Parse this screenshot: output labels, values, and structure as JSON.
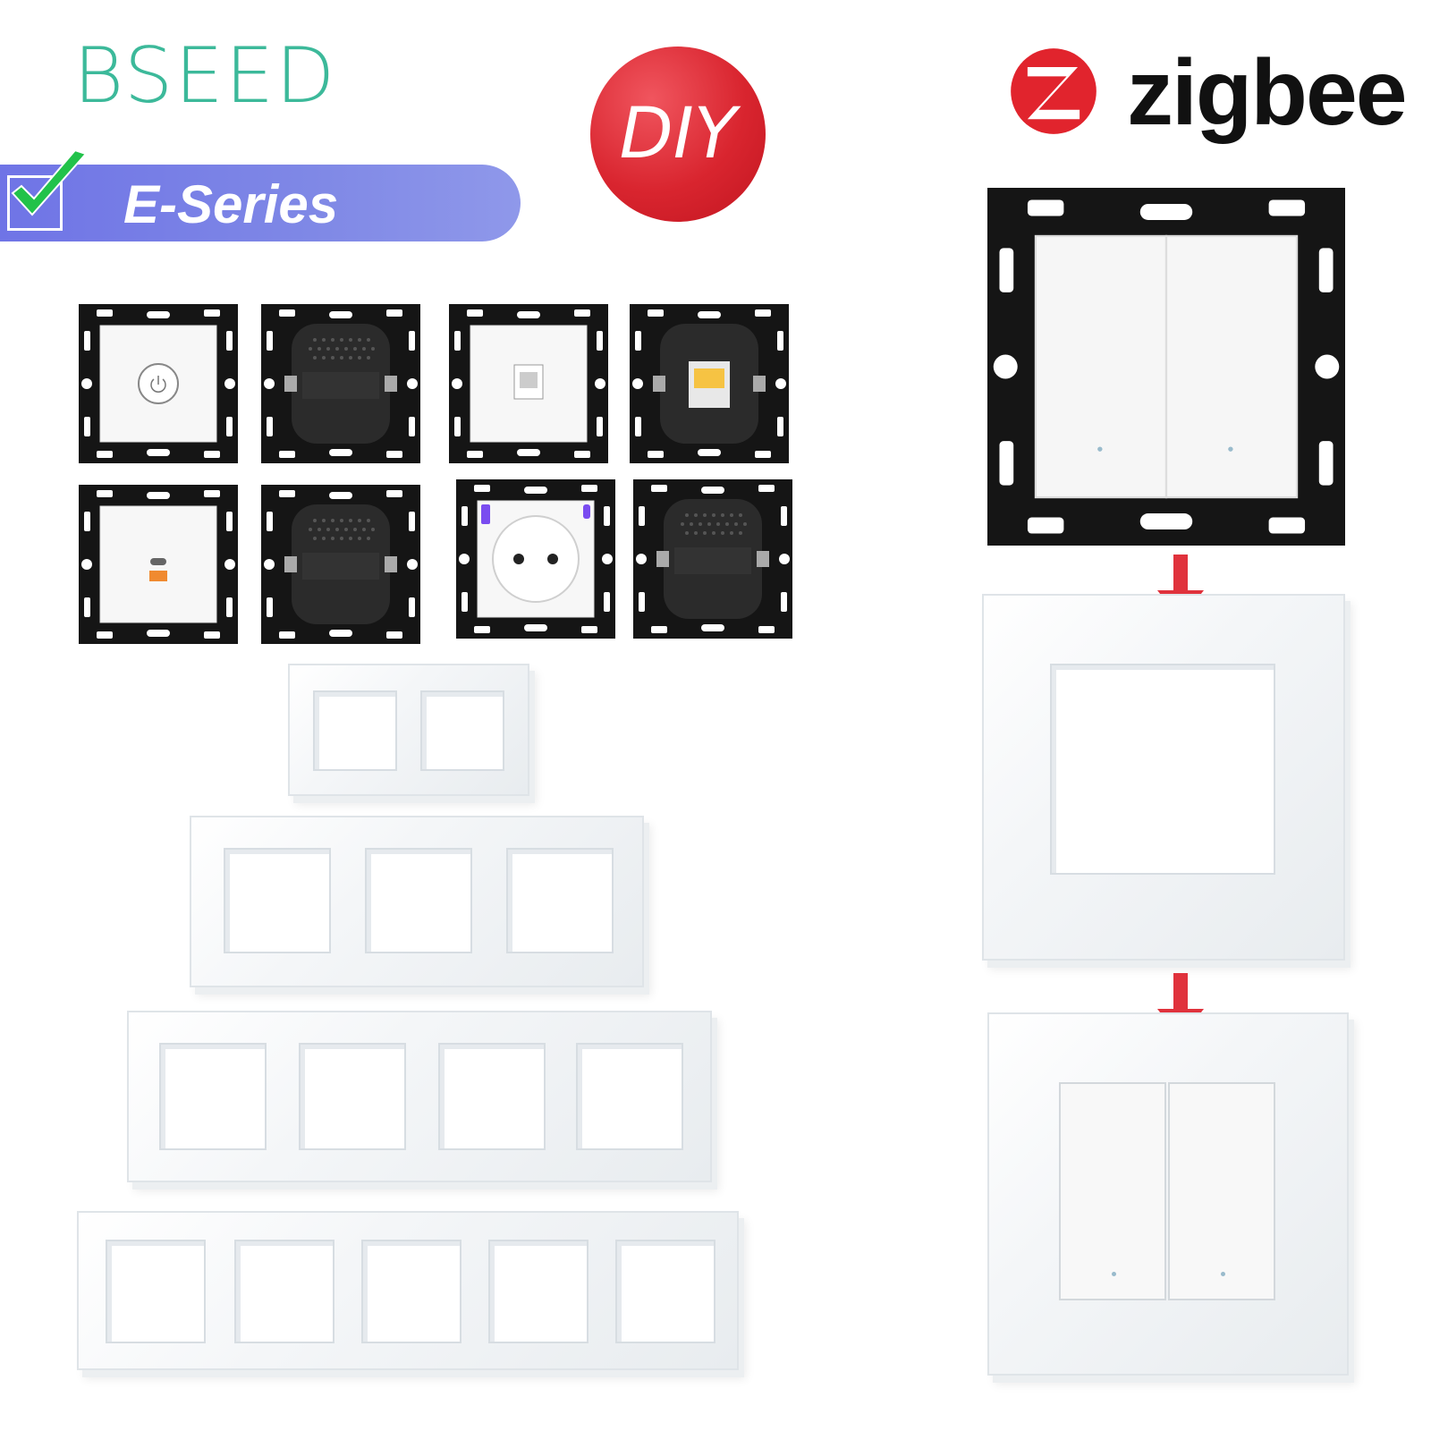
{
  "brand": {
    "name": "BSEED",
    "color": "#3cb99a"
  },
  "series": {
    "label": "E-Series",
    "color": "#7c84e8"
  },
  "badge": {
    "label": "DIY",
    "color": "#d9252f"
  },
  "zigbee": {
    "label": "zigbee",
    "icon": "zigbee-icon",
    "icon_color": "#e1242d"
  },
  "modules": [
    {
      "name": "dimmer-knob-module",
      "view": "front"
    },
    {
      "name": "dimmer-module-back",
      "view": "back"
    },
    {
      "name": "rj45-data-module",
      "view": "front"
    },
    {
      "name": "rj45-data-module-back",
      "view": "back"
    },
    {
      "name": "usb-charger-module",
      "view": "front"
    },
    {
      "name": "usb-charger-module-back",
      "view": "back"
    },
    {
      "name": "schuko-socket-usb-module",
      "view": "front"
    },
    {
      "name": "schuko-socket-module-back",
      "view": "back"
    }
  ],
  "frames": [
    {
      "name": "double-frame",
      "gangs": 2
    },
    {
      "name": "triple-frame",
      "gangs": 3
    },
    {
      "name": "quadruple-frame",
      "gangs": 4
    },
    {
      "name": "quintuple-frame",
      "gangs": 5
    }
  ],
  "assembly_steps": [
    {
      "name": "zigbee-double-switch-module"
    },
    {
      "name": "single-glass-frame"
    },
    {
      "name": "assembled-double-switch"
    }
  ],
  "arrow_color": "#e0323c"
}
